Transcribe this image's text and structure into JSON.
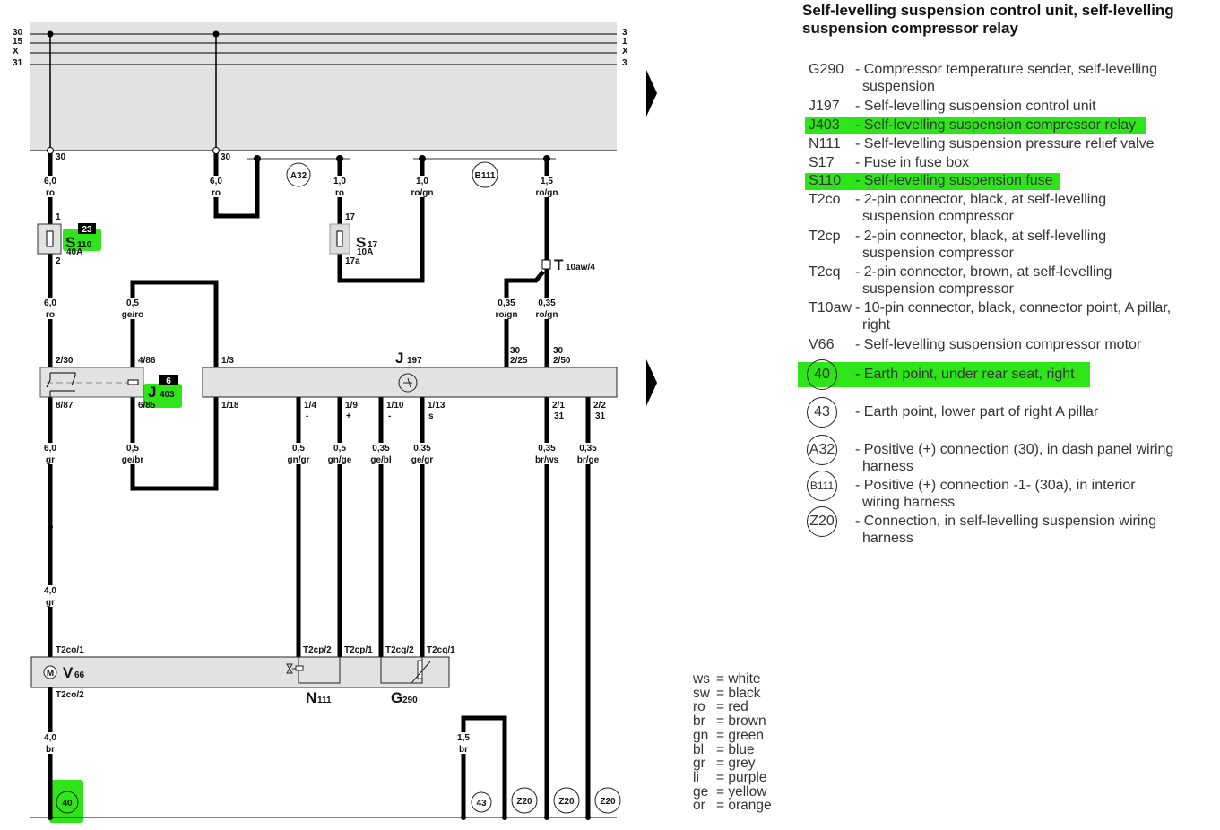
{
  "title": "Self-levelling suspension control unit, self-levelling suspension compressor relay",
  "bus_labels": [
    "30",
    "15",
    "X",
    "31"
  ],
  "wires": [
    {
      "size": "6,0",
      "color": "ro"
    },
    {
      "size": "6,0",
      "color": "ro"
    },
    {
      "size": "1,0",
      "color": "ro"
    },
    {
      "size": "1,0",
      "color": "ro/gn"
    },
    {
      "size": "1,5",
      "color": "ro/gn"
    },
    {
      "size": "6,0",
      "color": "ro"
    },
    {
      "size": "0,5",
      "color": "ge/ro"
    },
    {
      "size": "0,35",
      "color": "ro/gn"
    },
    {
      "size": "0,35",
      "color": "ro/gn"
    },
    {
      "size": "6,0",
      "color": "gr"
    },
    {
      "size": "0,5",
      "color": "ge/br"
    },
    {
      "size": "0,5",
      "color": "gn/gr"
    },
    {
      "size": "0,5",
      "color": "gn/ge"
    },
    {
      "size": "0,35",
      "color": "ge/bl"
    },
    {
      "size": "0,35",
      "color": "ge/gr"
    },
    {
      "size": "0,35",
      "color": "br/ws"
    },
    {
      "size": "0,35",
      "color": "br/ge"
    },
    {
      "size": "4,0",
      "color": "gr"
    },
    {
      "size": "4,0",
      "color": "br"
    },
    {
      "size": "1,5",
      "color": "br"
    }
  ],
  "pins": [
    "30",
    "30",
    "1",
    "2",
    "17",
    "17a",
    "2/30",
    "4/86",
    "1/3",
    "8/87",
    "6/85",
    "1/18",
    "1/4",
    "1/9",
    "1/10",
    "1/13",
    "2/1",
    "2/2",
    "-",
    "+",
    "-",
    "s",
    "31",
    "31",
    "30",
    "2/25",
    "30",
    "2/50",
    "T2co/1",
    "T2cp/2",
    "T2cp/1",
    "T2cq/2",
    "T2cq/1",
    "T2co/2"
  ],
  "components": {
    "S110": {
      "letter": "S",
      "sub": "110",
      "rating": "40A",
      "badge": "23"
    },
    "S17": {
      "letter": "S",
      "sub": "17",
      "rating": "10A"
    },
    "J403": {
      "letter": "J",
      "sub": "403",
      "badge": "6"
    },
    "J197": {
      "letter": "J",
      "sub": "197"
    },
    "T10aw": {
      "letter": "T",
      "sub": "10aw/4"
    },
    "V66": {
      "letter": "V",
      "sub": "66",
      "motor": "M"
    },
    "N111": {
      "letter": "N",
      "sub": "111"
    },
    "G290": {
      "letter": "G",
      "sub": "290"
    }
  },
  "circles": [
    "A32",
    "B111",
    "40",
    "43",
    "Z20",
    "Z20",
    "Z20"
  ],
  "legend": [
    {
      "code": "G290",
      "desc": "- Compressor temperature sender, self-levelling suspension"
    },
    {
      "code": "J197",
      "desc": "- Self-levelling suspension control unit"
    },
    {
      "code": "J403",
      "desc": "- Self-levelling suspension compressor relay",
      "highlight": true
    },
    {
      "code": "N111",
      "desc": "- Self-levelling suspension pressure relief valve"
    },
    {
      "code": "S17",
      "desc": "- Fuse in fuse box"
    },
    {
      "code": "S110",
      "desc": "- Self-levelling suspension fuse",
      "highlight": true
    },
    {
      "code": "T2co",
      "desc": "- 2-pin connector, black, at self-levelling suspension compressor"
    },
    {
      "code": "T2cp",
      "desc": "- 2-pin connector, black, at self-levelling suspension compressor"
    },
    {
      "code": "T2cq",
      "desc": "- 2-pin connector, brown, at self-levelling suspension compressor"
    },
    {
      "code": "T10aw",
      "desc": "- 10-pin connector, black, connector point, A pillar, right"
    },
    {
      "code": "V66",
      "desc": "- Self-levelling suspension compressor motor"
    },
    {
      "code": "40",
      "desc": "- Earth point, under rear seat, right",
      "circle": true,
      "highlight": true
    },
    {
      "code": "43",
      "desc": "- Earth point, lower part of right A pillar",
      "circle": true
    },
    {
      "code": "A32",
      "desc": "- Positive (+) connection (30), in dash panel wiring harness",
      "circle": true
    },
    {
      "code": "B111",
      "desc": "- Positive (+) connection -1- (30a), in interior wiring harness",
      "circle": true
    },
    {
      "code": "Z20",
      "desc": "- Connection, in self-levelling suspension wiring harness",
      "circle": true
    }
  ],
  "color_codes": [
    {
      "abbr": "ws",
      "name": "white"
    },
    {
      "abbr": "sw",
      "name": "black"
    },
    {
      "abbr": "ro",
      "name": "red"
    },
    {
      "abbr": "br",
      "name": "brown"
    },
    {
      "abbr": "gn",
      "name": "green"
    },
    {
      "abbr": "bl",
      "name": "blue"
    },
    {
      "abbr": "gr",
      "name": "grey"
    },
    {
      "abbr": "li",
      "name": "purple"
    },
    {
      "abbr": "ge",
      "name": "yellow"
    },
    {
      "abbr": "or",
      "name": "orange"
    }
  ],
  "highlight_color": "#2ee51a"
}
